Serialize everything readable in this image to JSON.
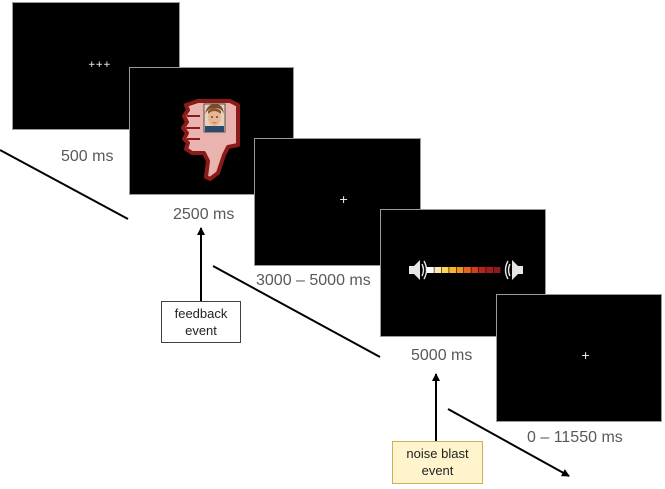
{
  "screens": [
    {
      "fixation": "+++",
      "duration": "500 ms"
    },
    {
      "content": "thumbs-down-with-face",
      "duration": "2500 ms"
    },
    {
      "fixation": "+",
      "duration": "3000 – 5000 ms"
    },
    {
      "content": "noise-volume-bar",
      "duration": "5000 ms"
    },
    {
      "fixation": "+",
      "duration": "0 – 11550  ms"
    }
  ],
  "events": {
    "feedback": {
      "line1": "feedback",
      "line2": "event"
    },
    "noise_blast": {
      "line1": "noise blast",
      "line2": "event"
    }
  },
  "colors": {
    "screen_background": "#000000",
    "thumb_fill": "#e9b3b0",
    "thumb_outline": "#8b1a1a",
    "noise_box_fill": "#fff4cc",
    "volume_bar": [
      "#ffffff",
      "#fde9a8",
      "#fbd55c",
      "#f7b52b",
      "#f39322",
      "#e7621d",
      "#d23c1f",
      "#b7261e",
      "#a01e1e",
      "#8e1b1b"
    ]
  },
  "icons": [
    "thumbs-down-icon",
    "child-face-photo",
    "speaker-icon",
    "arrow-icon"
  ]
}
